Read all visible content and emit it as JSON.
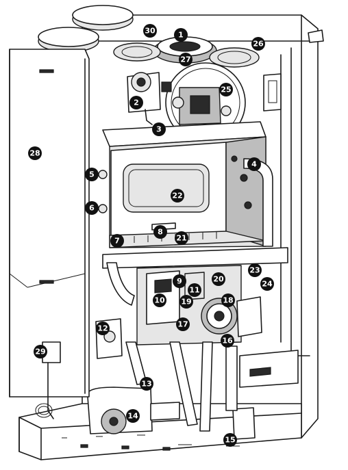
{
  "callouts": [
    {
      "id": "c1",
      "label": "1"
    },
    {
      "id": "c2",
      "label": "2"
    },
    {
      "id": "c3",
      "label": "3"
    },
    {
      "id": "c4",
      "label": "4"
    },
    {
      "id": "c5",
      "label": "5"
    },
    {
      "id": "c6",
      "label": "6"
    },
    {
      "id": "c7",
      "label": "7"
    },
    {
      "id": "c8",
      "label": "8"
    },
    {
      "id": "c9",
      "label": "9"
    },
    {
      "id": "c10",
      "label": "10"
    },
    {
      "id": "c11",
      "label": "11"
    },
    {
      "id": "c12",
      "label": "12"
    },
    {
      "id": "c13",
      "label": "13"
    },
    {
      "id": "c14",
      "label": "14"
    },
    {
      "id": "c15",
      "label": "15"
    },
    {
      "id": "c16",
      "label": "16"
    },
    {
      "id": "c17",
      "label": "17"
    },
    {
      "id": "c18",
      "label": "18"
    },
    {
      "id": "c19",
      "label": "19"
    },
    {
      "id": "c20",
      "label": "20"
    },
    {
      "id": "c21",
      "label": "21"
    },
    {
      "id": "c22",
      "label": "22"
    },
    {
      "id": "c23",
      "label": "23"
    },
    {
      "id": "c24",
      "label": "24"
    },
    {
      "id": "c25",
      "label": "25"
    },
    {
      "id": "c26",
      "label": "26"
    },
    {
      "id": "c27",
      "label": "27"
    },
    {
      "id": "c28",
      "label": "28"
    },
    {
      "id": "c29",
      "label": "29"
    },
    {
      "id": "c30",
      "label": "30"
    }
  ],
  "colors": {
    "ink": "#1a1a1a",
    "badge": "#111111",
    "badge_text": "#ffffff"
  }
}
